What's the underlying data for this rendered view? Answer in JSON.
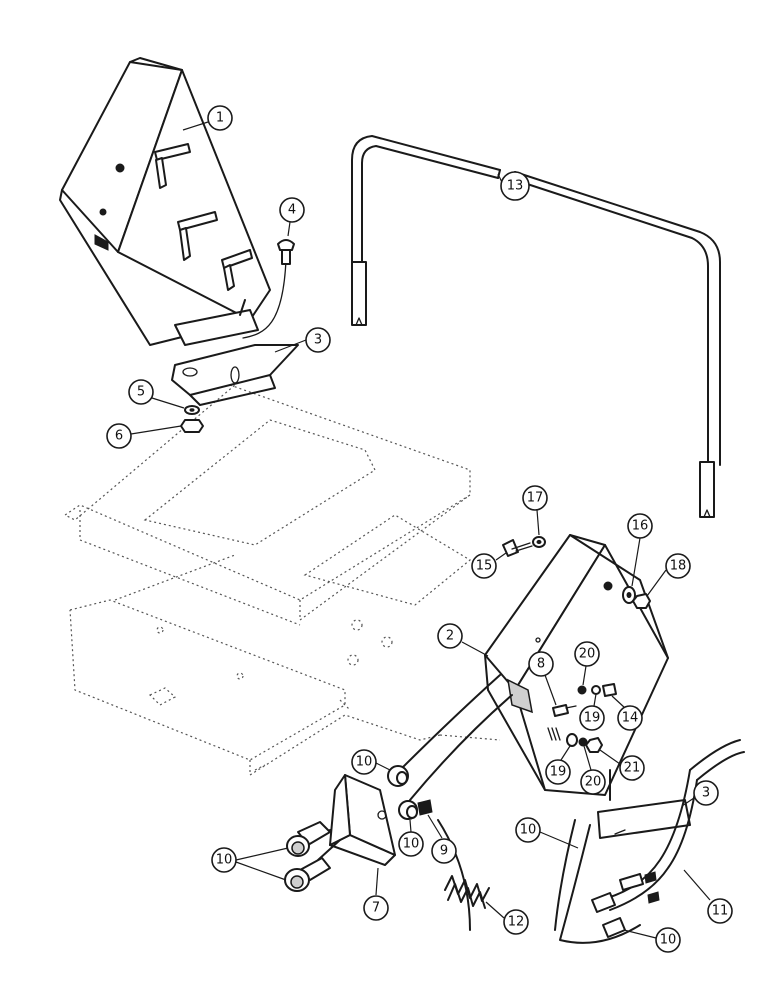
{
  "diagram": {
    "callouts": [
      {
        "id": "c1",
        "label": "1"
      },
      {
        "id": "c2",
        "label": "2"
      },
      {
        "id": "c3a",
        "label": "3"
      },
      {
        "id": "c3b",
        "label": "3"
      },
      {
        "id": "c4",
        "label": "4"
      },
      {
        "id": "c5",
        "label": "5"
      },
      {
        "id": "c6",
        "label": "6"
      },
      {
        "id": "c7",
        "label": "7"
      },
      {
        "id": "c8",
        "label": "8"
      },
      {
        "id": "c9",
        "label": "9"
      },
      {
        "id": "c10a",
        "label": "10"
      },
      {
        "id": "c10b",
        "label": "10"
      },
      {
        "id": "c10c",
        "label": "10"
      },
      {
        "id": "c10d",
        "label": "10"
      },
      {
        "id": "c10e",
        "label": "10"
      },
      {
        "id": "c11",
        "label": "11"
      },
      {
        "id": "c12",
        "label": "12"
      },
      {
        "id": "c13",
        "label": "13"
      },
      {
        "id": "c14",
        "label": "14"
      },
      {
        "id": "c15",
        "label": "15"
      },
      {
        "id": "c16",
        "label": "16"
      },
      {
        "id": "c17",
        "label": "17"
      },
      {
        "id": "c18",
        "label": "18"
      },
      {
        "id": "c19a",
        "label": "19"
      },
      {
        "id": "c19b",
        "label": "19"
      },
      {
        "id": "c20a",
        "label": "20"
      },
      {
        "id": "c20b",
        "label": "20"
      },
      {
        "id": "c21",
        "label": "21"
      }
    ]
  }
}
